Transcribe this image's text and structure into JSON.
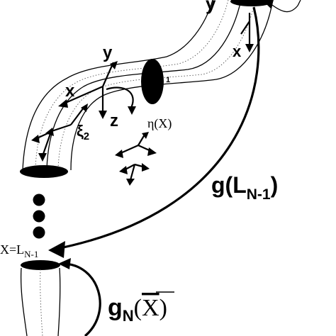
{
  "labels": {
    "top_y": "y",
    "top_x": "x",
    "frame_y": "y",
    "frame_x": "x",
    "frame_z": "z",
    "xi_symbol": "ξ",
    "xi_sub": "2",
    "eta": "η(X)",
    "disk_index": "1",
    "g_prev_base": "g(L",
    "g_prev_sub": "N-1",
    "g_prev_close": ")",
    "x_eq_base": "X=L",
    "x_eq_sub": "N-1",
    "gN_base": "g",
    "gN_sub": "N",
    "gN_open": "(",
    "gN_arg": "X",
    "gN_close": ")"
  },
  "colors": {
    "ink": "#000000",
    "centerline": "#555555"
  }
}
